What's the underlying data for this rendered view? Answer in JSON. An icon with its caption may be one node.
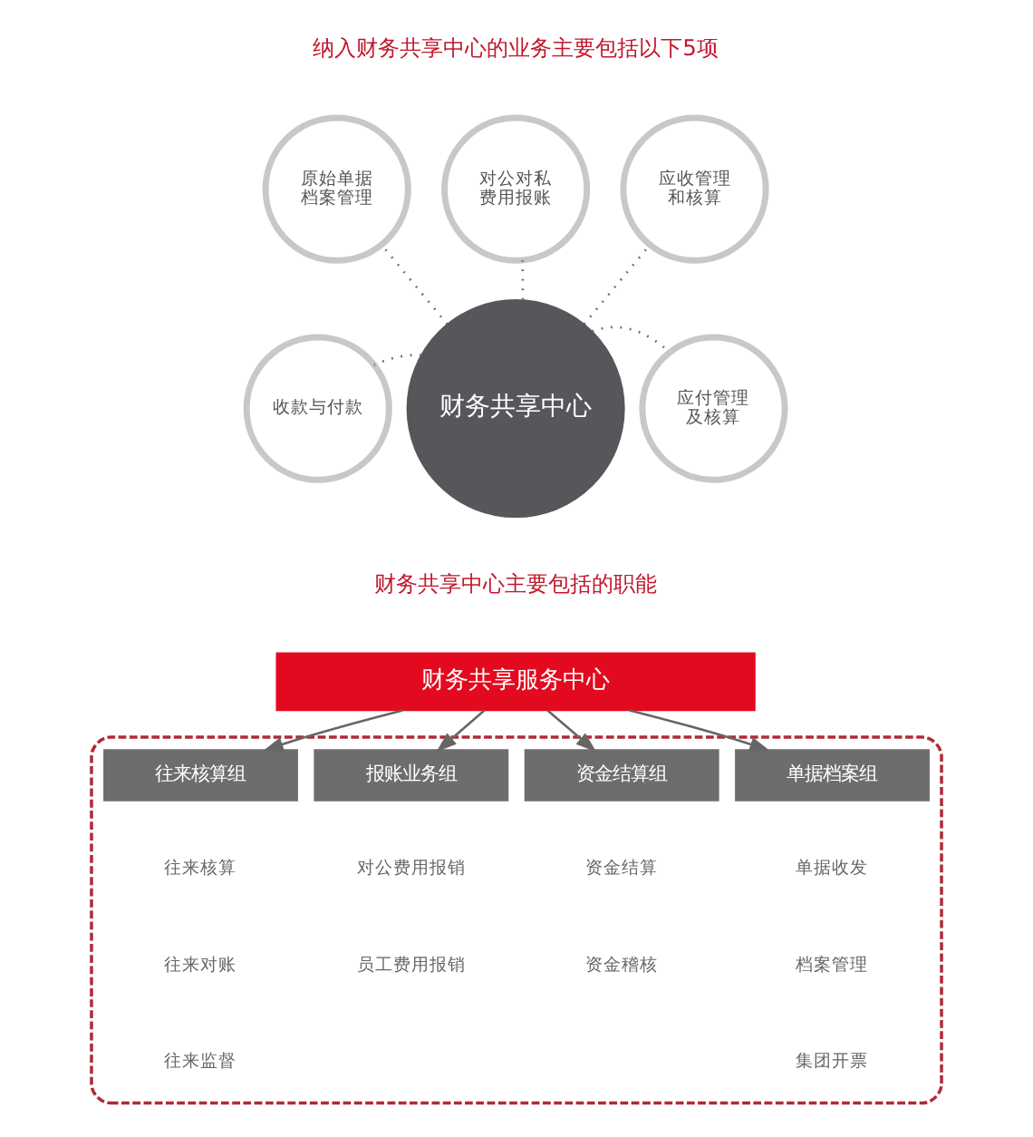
{
  "diagram": {
    "nodes": [
      {
        "text": [
          "财务共享中心"
        ]
      },
      {
        "text": [
          "收款与付款"
        ]
      },
      {
        "text": [
          "原始单据档案管理"
        ]
      },
      {
        "text": [
          "对公对私费用报账"
        ]
      },
      {
        "text": [
          "应收管理和核算"
        ]
      },
      {
        "text": [
          "应付管理及核算"
        ]
      },
      {
        "text": [
          "财务共享服务中心"
        ]
      },
      {
        "text": [],
        "shape": "box"
      },
      {
        "text": [
          "往来核算组"
        ],
        "in": 7
      },
      {
        "text": [
          "报账业务组"
        ],
        "in": 7
      },
      {
        "text": [
          "资金结算组"
        ],
        "in": 7
      },
      {
        "text": [
          "单据档案组"
        ],
        "in": 7
      }
    ],
    "edges": [
      {
        "from": 0,
        "to": 1,
        "arrow": "none",
        "style": "dashed"
      },
      {
        "from": 0,
        "to": 2,
        "arrow": "none",
        "style": "dashed"
      },
      {
        "from": 0,
        "to": 3,
        "arrow": "none",
        "style": "dashed"
      },
      {
        "from": 0,
        "to": 4,
        "arrow": "none",
        "style": "dashed"
      },
      {
        "from": 0,
        "to": 5,
        "arrow": "none",
        "style": "dashed"
      },
      {
        "from": 6,
        "to": 8,
        "arrow": "to"
      },
      {
        "from": 6,
        "to": 9,
        "arrow": "to"
      },
      {
        "from": 6,
        "to": 10,
        "arrow": "to"
      },
      {
        "from": 6,
        "to": 11,
        "arrow": "to"
      }
    ],
    "labels": [
      "纳入财务共享中心的业务主要包括以下5项",
      "财务共享中心主要包括的职能",
      "往来核算",
      "对公费用报销",
      "资金结算",
      "单据收发",
      "往来对账",
      "员工费用报销",
      "资金稽核",
      "档案管理",
      "往来监督",
      "集团开票"
    ]
  }
}
